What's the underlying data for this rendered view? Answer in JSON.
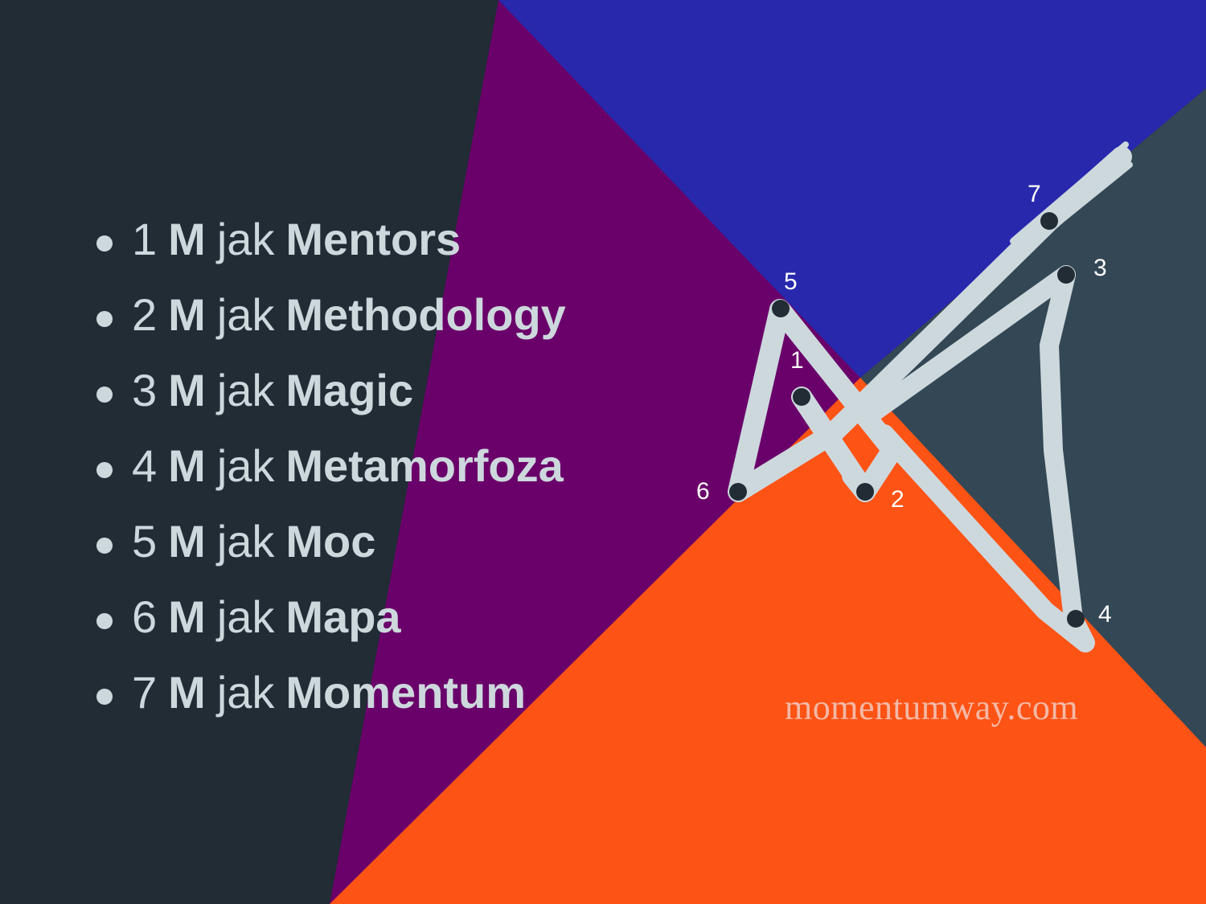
{
  "colors": {
    "dark": "#212c35",
    "purple": "#6a006a",
    "blue": "#2828ac",
    "slate": "#334755",
    "orange": "#fd5315",
    "light": "#cdd8dd",
    "site_text": "#f3b9a6"
  },
  "list": {
    "items": [
      {
        "number": "1",
        "m": "M",
        "jak": "jak",
        "word": "Mentors"
      },
      {
        "number": "2",
        "m": "M",
        "jak": "jak",
        "word": "Methodology"
      },
      {
        "number": "3",
        "m": "M",
        "jak": "jak",
        "word": "Magic"
      },
      {
        "number": "4",
        "m": "M",
        "jak": "jak",
        "word": "Metamorfoza"
      },
      {
        "number": "5",
        "m": "M",
        "jak": "jak",
        "word": "Moc"
      },
      {
        "number": "6",
        "m": "M",
        "jak": "jak",
        "word": "Mapa"
      },
      {
        "number": "7",
        "m": "M",
        "jak": "jak",
        "word": "Momentum"
      }
    ]
  },
  "logo": {
    "points": [
      {
        "label": "1"
      },
      {
        "label": "2"
      },
      {
        "label": "3"
      },
      {
        "label": "4"
      },
      {
        "label": "5"
      },
      {
        "label": "6"
      },
      {
        "label": "7"
      }
    ]
  },
  "website": "momentumway.com"
}
